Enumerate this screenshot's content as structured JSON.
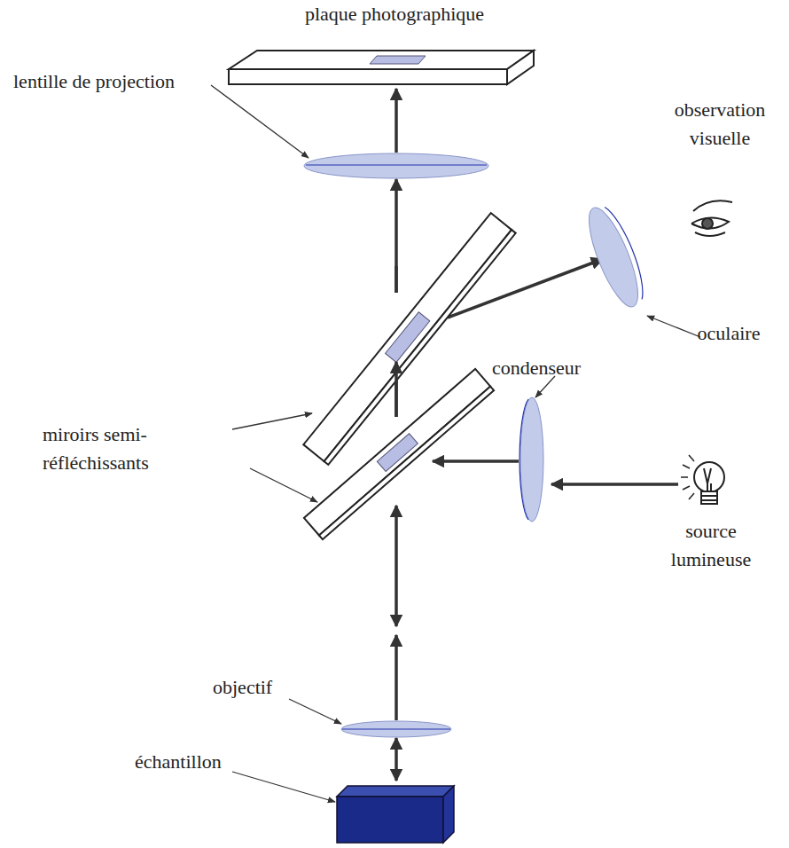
{
  "diagram": {
    "labels": [
      "plaque photographique",
      "lentille de projection",
      "observation visuelle",
      "oculaire",
      "condenseur",
      "miroirs semi-réfléchissants",
      "source lumineuse",
      "objectif",
      "échantillon"
    ]
  }
}
